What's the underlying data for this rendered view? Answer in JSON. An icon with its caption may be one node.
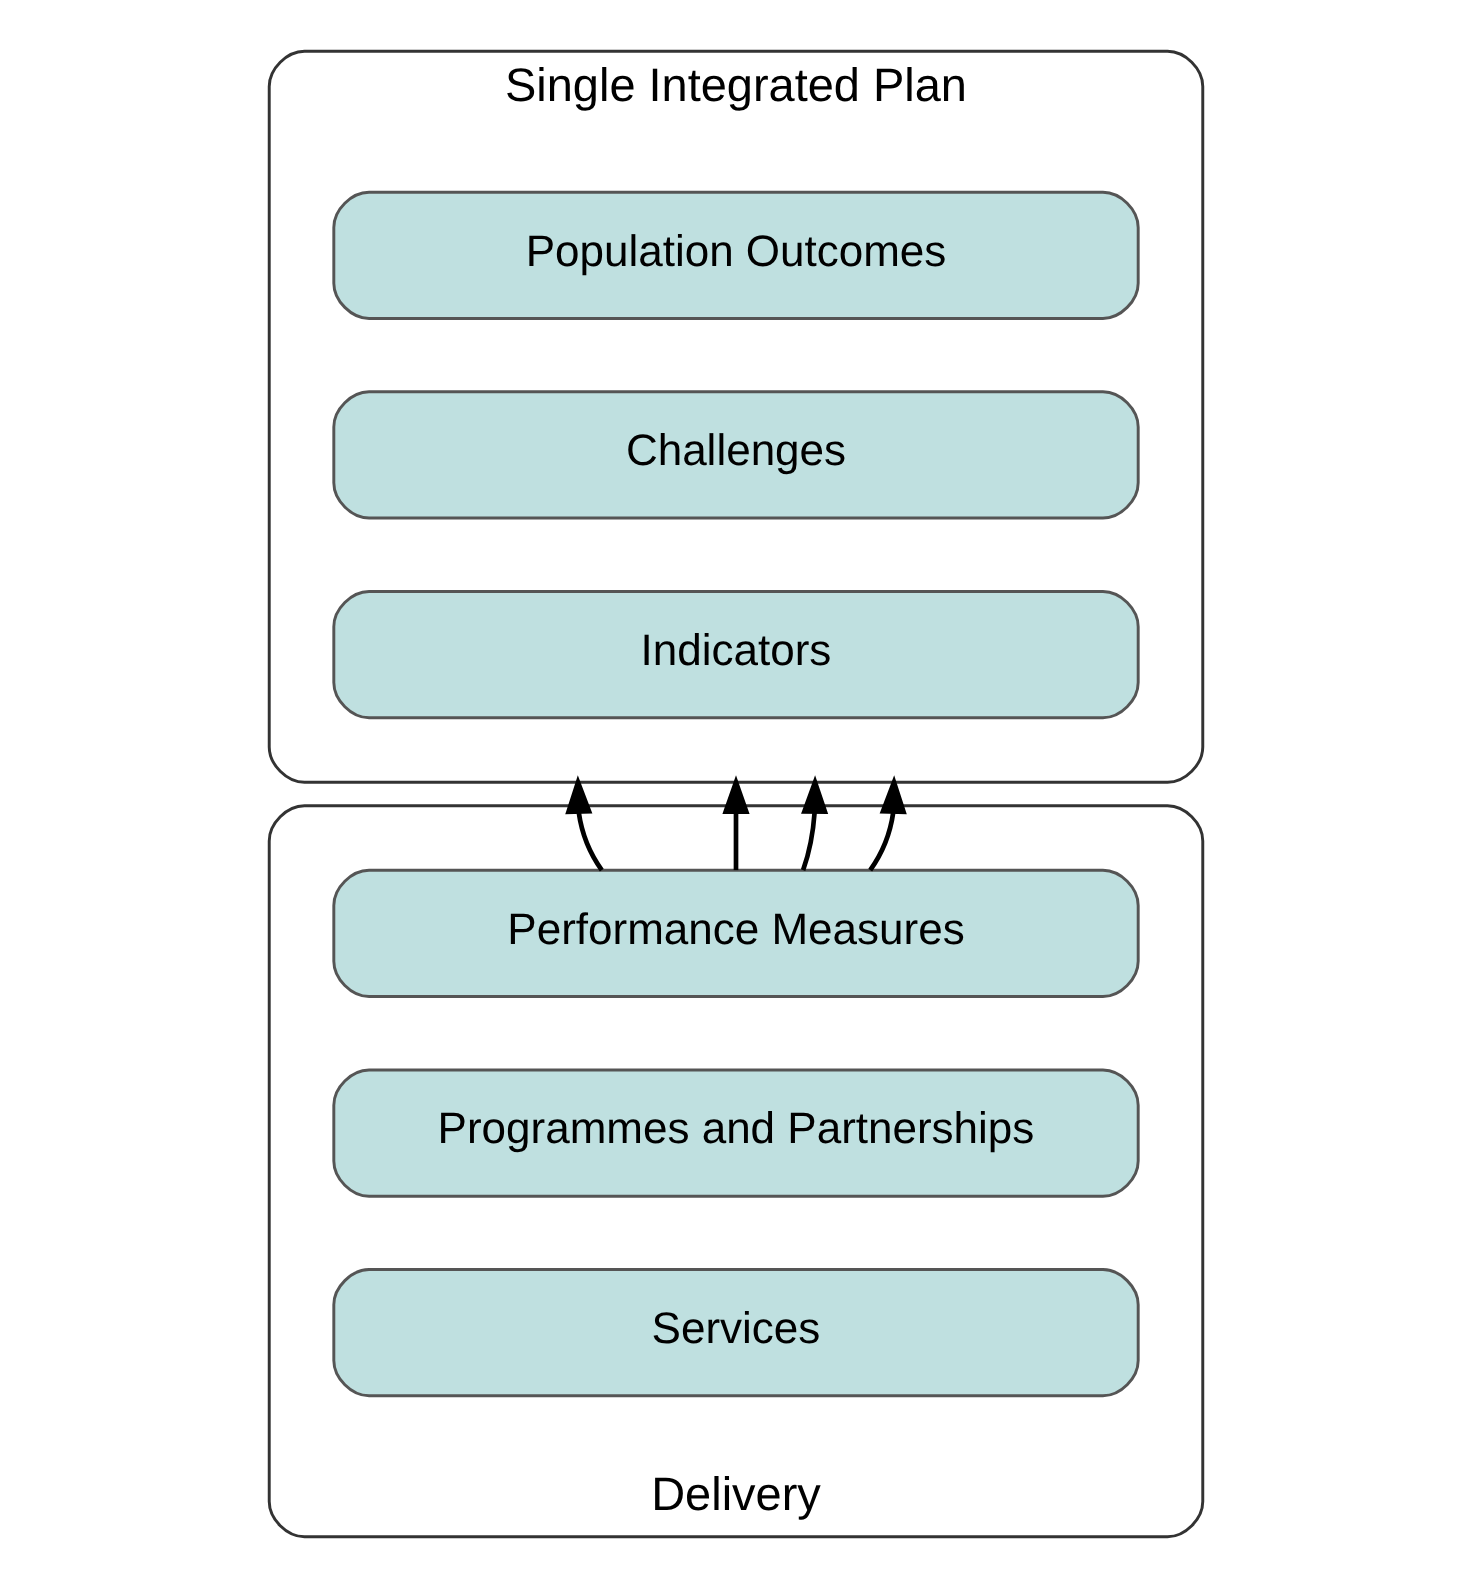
{
  "diagram": {
    "nodes": [
      {
        "text": [
          "Single Integrated Plan"
        ]
      },
      {
        "text": [
          "Population Outcomes"
        ],
        "in": 0
      },
      {
        "text": [
          "Challenges"
        ],
        "in": 0
      },
      {
        "text": [
          "Indicators"
        ],
        "in": 0
      },
      {
        "text": [
          "Delivery"
        ]
      },
      {
        "text": [
          "Performance Measures"
        ],
        "in": 4
      },
      {
        "text": [
          "Programmes and Partnerships"
        ],
        "in": 4
      },
      {
        "text": [
          "Services"
        ],
        "in": 4
      }
    ],
    "edges": [
      {
        "from": 5,
        "to": 0,
        "arrow": "to"
      },
      {
        "from": 5,
        "to": 0,
        "arrow": "to"
      },
      {
        "from": 5,
        "to": 0,
        "arrow": "to"
      },
      {
        "from": 5,
        "to": 0,
        "arrow": "to"
      }
    ]
  }
}
